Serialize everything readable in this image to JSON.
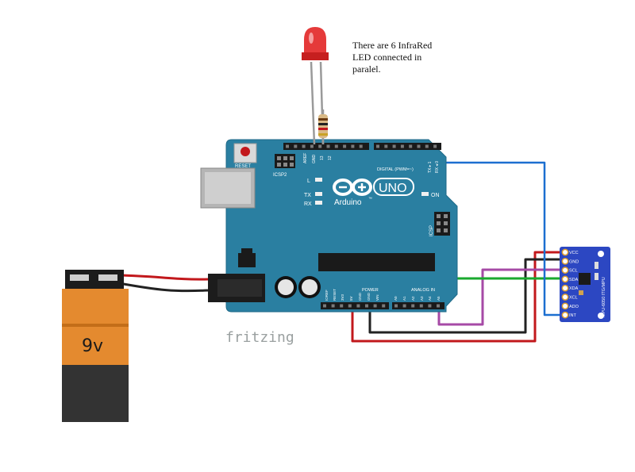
{
  "annotation": {
    "lines": [
      "There are 6 InfraRed",
      "LED connected in",
      "paralel."
    ]
  },
  "battery": {
    "label": "9v"
  },
  "arduino": {
    "reset_label": "RESET",
    "icsp2_label": "ICSP2",
    "logo_text": "Arduino",
    "logo_suffix": "™",
    "uno_label": "UNO",
    "led_l": "L",
    "led_tx": "TX",
    "led_rx": "RX",
    "on_label": "ON",
    "icsp_label": "ICSP",
    "digital_label": "DIGITAL (PWM=~)",
    "power_label": "POWER",
    "analog_label": "ANALOG IN",
    "pin_aref": "AREF",
    "pin_gnd_top": "GND",
    "pin_13": "13",
    "pin_12": "12",
    "pin_tx": "TX ▸ 1",
    "pin_rx": "RX ◂ 0",
    "pin_ioref": "IOREF",
    "pin_reset": "RESET",
    "pin_3v3": "3V3",
    "pin_5v": "5V",
    "pin_gnd1": "GND",
    "pin_gnd2": "GND",
    "pin_vin": "VIN",
    "pin_a0": "A0",
    "pin_a1": "A1",
    "pin_a2": "A2",
    "pin_a3": "A3",
    "pin_a4": "A4",
    "pin_a5": "A5"
  },
  "sensor": {
    "name": "MPU-6050 ITG/MPU",
    "pins": [
      "VCC",
      "GND",
      "SCL",
      "SDA",
      "XDA",
      "XCL",
      "ADO",
      "INT"
    ]
  },
  "watermark": "fritzing",
  "colors": {
    "board": "#2a7fa1",
    "wire_red": "#c2181c",
    "wire_black": "#222222",
    "wire_green": "#19a92e",
    "wire_purple": "#a64aa6",
    "wire_blue": "#1c6fd0",
    "sensor_board": "#2c47c2",
    "battery_orange": "#e48a2f",
    "battery_body": "#3c3c3c"
  }
}
